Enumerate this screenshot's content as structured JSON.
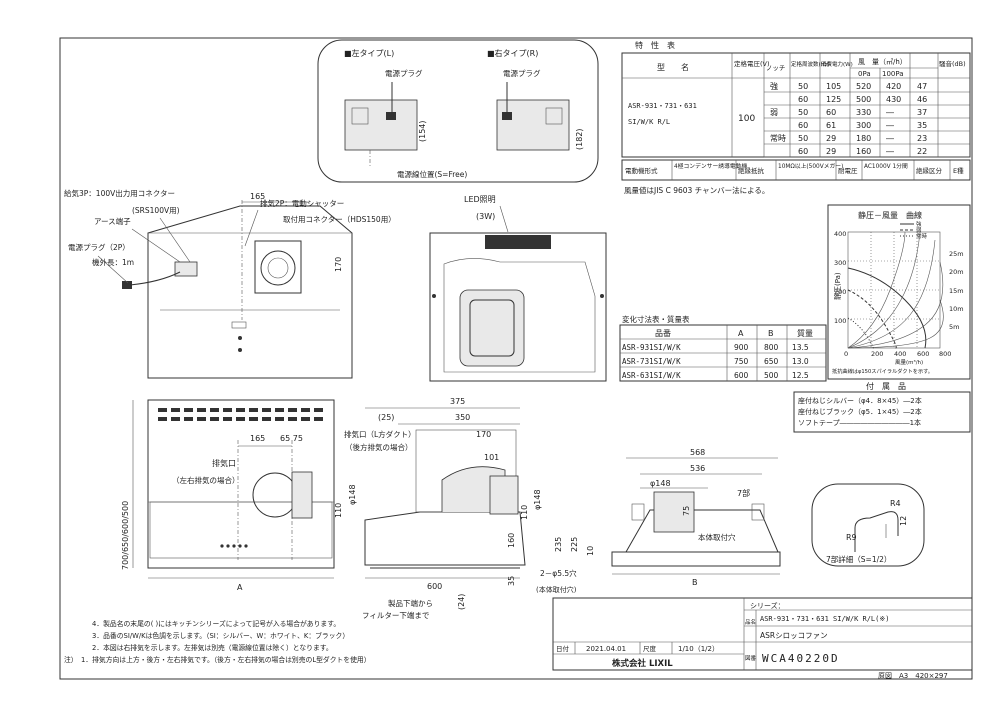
{
  "options": {
    "left_title": "■左タイプ(L)",
    "right_title": "■右タイプ(R)",
    "plug_label": "電源プラグ",
    "plug_label_r": "電源プラグ",
    "dim_left": "(154)",
    "dim_right": "(182)",
    "caption": "電源線位置(S=Free)"
  },
  "spec": {
    "title": "特　性　表",
    "hdr_model": "型　　名",
    "hdr_voltage": "定格電圧(V)",
    "hdr_notch": "ノッチ",
    "hdr_freq": "定格周波数(Hz)",
    "hdr_power": "消費電力(W)",
    "hdr_air": "風　量（㎥/h）",
    "hdr_air0": "0Pa",
    "hdr_air100": "100Pa",
    "hdr_noise": "騒音(dB)",
    "model": "ASR-931・731・631",
    "model2": "SI/W/K R/L",
    "voltage": "100",
    "rows": [
      {
        "notch": "強",
        "hz": "50",
        "w": "105",
        "a0": "520",
        "a100": "420",
        "db": "47"
      },
      {
        "notch": "",
        "hz": "60",
        "w": "125",
        "a0": "500",
        "a100": "430",
        "db": "46"
      },
      {
        "notch": "弱",
        "hz": "50",
        "w": "60",
        "a0": "330",
        "a100": "―",
        "db": "37"
      },
      {
        "notch": "",
        "hz": "60",
        "w": "61",
        "a0": "300",
        "a100": "―",
        "db": "35"
      },
      {
        "notch": "常時",
        "hz": "50",
        "w": "29",
        "a0": "180",
        "a100": "―",
        "db": "23"
      },
      {
        "notch": "",
        "hz": "60",
        "w": "29",
        "a0": "160",
        "a100": "―",
        "db": "22"
      }
    ],
    "motor_lbl": "電動機形式",
    "motor_val": "4極コンデンサー誘導電動機",
    "insul_lbl": "絶縁抵抗",
    "insul_val": "10MΩ以上(500Vメガー)",
    "withstand_lbl": "耐電圧",
    "withstand_val": "AC1000V 1分間",
    "class_lbl": "絶縁区分",
    "class_val": "E種",
    "note": "風量値はJIS C 9603 チャンバー法による。"
  },
  "curve": {
    "title": "静圧－風量　曲線",
    "legend_strong": "強",
    "legend_weak": "弱",
    "legend_always": "常時",
    "ylabel": "静圧(Pa)",
    "xlabel": "風量(m³/h)",
    "yticks": [
      "400",
      "300",
      "200",
      "100"
    ],
    "xticks": [
      "200",
      "400",
      "600",
      "800"
    ],
    "x0": "0",
    "duct_labels": [
      "25m",
      "20m",
      "15m",
      "10m",
      "5m"
    ],
    "note": "抵抗曲線はφ150スパイラルダクトを示す。"
  },
  "variants": {
    "title": "変化寸法表・質量表",
    "hdr": [
      "品番",
      "A",
      "B",
      "質量"
    ],
    "rows": [
      [
        "ASR-931SI/W/K",
        "900",
        "800",
        "13.5"
      ],
      [
        "ASR-731SI/W/K",
        "750",
        "650",
        "13.0"
      ],
      [
        "ASR-631SI/W/K",
        "600",
        "500",
        "12.5"
      ]
    ]
  },
  "accessories": {
    "title": "付　属　品",
    "items": [
      "座付ねじシルバー（φ4．8×45）―2本",
      "座付ねじブラック（φ5．1×45）―2本",
      "ソフトテープ――――――――――1本"
    ]
  },
  "top_view": {
    "dim_165": "165",
    "dim_170": "170",
    "lbl_supply": "給気3P：100V出力用コネクター",
    "lbl_supply2": "(SRS100V用)",
    "lbl_earth": "アース端子",
    "lbl_plug": "電源プラグ（2P）",
    "lbl_cord": "機外長：1m",
    "lbl_exhaust": "排気2P：電動シャッター",
    "lbl_exhaust2": "取付用コネクター（HDS150用）"
  },
  "led": {
    "lbl": "LED照明",
    "lbl2": "(3W)"
  },
  "front": {
    "dim_165": "165",
    "dim_6575": "65 75",
    "lbl_outlet": "排気口",
    "lbl_outlet2": "（左右排気の場合）",
    "dim_148": "φ148",
    "dim_110": "110",
    "dim_height": "700/650/600/500",
    "dim_A": "A"
  },
  "side": {
    "dim_375": "375",
    "dim_25": "(25)",
    "dim_350": "350",
    "dim_170": "170",
    "lbl_outlet": "排気口（L方ダクト）",
    "lbl_outlet2": "（後方排気の場合）",
    "dim_101": "101",
    "dim_148": "φ148",
    "dim_110": "110",
    "dim_160": "160",
    "dim_35": "35",
    "dim_600": "600",
    "dim_24": "(24)",
    "lbl_bottom": "製品下端から",
    "lbl_bottom2": "フィルター下端まで"
  },
  "bottom": {
    "dim_568": "568",
    "dim_536": "536",
    "dim_148": "φ148",
    "dim_75": "75",
    "lbl_7": "7部",
    "lbl_hole": "本体取付穴",
    "dim_235": "235",
    "dim_225": "225",
    "dim_10": "10",
    "dim_B": "B",
    "lbl_holes": "2－φ5.5穴",
    "lbl_holes2": "(本体取付穴)"
  },
  "detail": {
    "r4": "R4",
    "r9": "R9",
    "d12": "12",
    "caption": "7部詳細（S=1/2）"
  },
  "notes": [
    "4．製品名の末尾の( )にはキッチンシリーズによって記号が入る場合があります。",
    "3．品番のSI/W/Kは色調を示します。（SI：シルバー、W：ホワイト、K：ブラック）",
    "2．本図は右排気を示します。左排気は別売（電源線位置は除く）となります。",
    "注）　1．排気方向は上方・後方・左右排気です。（後方・左右排気の場合は別売のL型ダクトを使用）"
  ],
  "titleblock": {
    "series_lbl": "シリーズ：",
    "model_lbl": "品名",
    "model": "ASR-931・731・631 SI/W/K R/L(※)",
    "name": "ASRシロッコファン",
    "date_lbl": "日付",
    "date": "2021.04.01",
    "scale_lbl": "尺度",
    "scale": "1/10（1/2）",
    "drawing_lbl": "図番",
    "company": "株式会社 LIXIL",
    "drawing_no": "WCA40220D",
    "paper": "原図　A3　420×297"
  }
}
